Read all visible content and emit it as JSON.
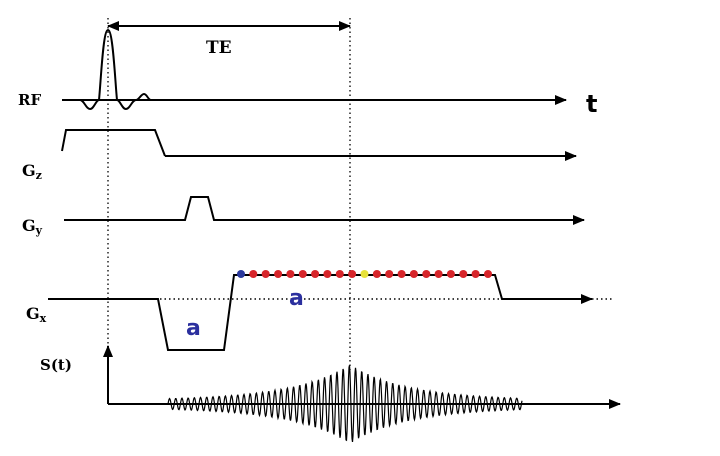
{
  "labels": {
    "te": "TE",
    "rf": "RF",
    "time_axis": "t",
    "gz": "G",
    "gz_sub": "z",
    "gy": "G",
    "gy_sub": "y",
    "gx": "G",
    "gx_sub": "x",
    "signal": "S(t)",
    "area_prephase": "a",
    "area_readout": "a"
  },
  "colors": {
    "line": "#000000",
    "sample_dots": "#d7262b",
    "center_sample": "#e7e23a",
    "first_sample": "#2b3a9e",
    "area_label": "#2b2f9e"
  },
  "readout": {
    "sample_count": 21,
    "center_sample_index": 10,
    "first_sample_highlighted": true
  }
}
